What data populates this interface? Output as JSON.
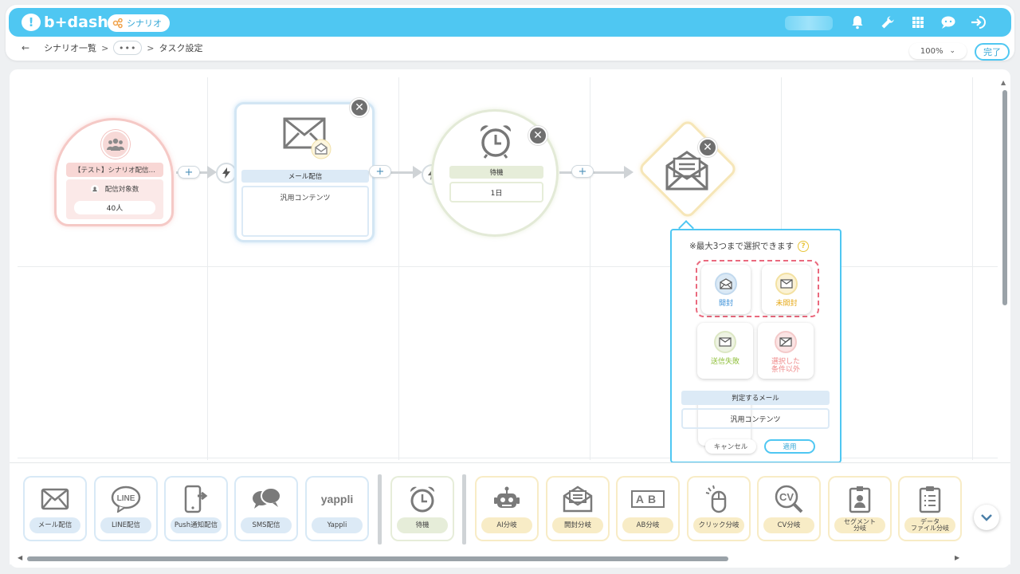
{
  "header": {
    "logo": "b+dash",
    "scenario_pill": "シナリオ",
    "icons": [
      "bell-icon",
      "wrench-icon",
      "apps-grid-icon",
      "support-chat-icon",
      "logout-icon"
    ]
  },
  "breadcrumb": {
    "back": "←",
    "item1": "シナリオ一覧",
    "sep": ">",
    "more": "•••",
    "item3": "タスク設定"
  },
  "zoom": {
    "value": "100%"
  },
  "done_button": "完了",
  "nodes": {
    "start": {
      "title": "【テスト】シナリオ配信…",
      "label": "配信対象数",
      "count": "40人"
    },
    "mail": {
      "label": "メール配信",
      "content": "汎用コンテンツ"
    },
    "wait": {
      "label": "待機",
      "value": "1日"
    }
  },
  "popup": {
    "note": "※最大3つまで選択できます",
    "help": "?",
    "options": [
      {
        "label": "開封",
        "color": "#3a8fd8"
      },
      {
        "label": "未開封",
        "color": "#e6a817"
      },
      {
        "label": "送信失敗",
        "color": "#8fbf3a"
      },
      {
        "label": "選択した\n条件以外",
        "color": "#ef8a8a"
      }
    ],
    "judge_label": "判定するメール",
    "judge_value": "汎用コンテンツ",
    "cancel": "キャンセル",
    "apply": "適用"
  },
  "palette": {
    "items": [
      {
        "label": "メール配信"
      },
      {
        "label": "LINE配信"
      },
      {
        "label": "Push通知配信"
      },
      {
        "label": "SMS配信"
      },
      {
        "label": "Yappli",
        "icon_text": "yappli"
      },
      {
        "label": "待機"
      },
      {
        "label": "AI分岐"
      },
      {
        "label": "開封分岐"
      },
      {
        "label": "AB分岐",
        "icon_text": "AB"
      },
      {
        "label": "クリック分岐"
      },
      {
        "label": "CV分岐",
        "icon_text": "CV"
      },
      {
        "label": "セグメント\n分岐"
      },
      {
        "label": "データ\nファイル分岐"
      }
    ],
    "line_icon_text": "LINE"
  },
  "colors": {
    "accent": "#4fc7f2",
    "selection_dash": "#ea6a7e"
  }
}
